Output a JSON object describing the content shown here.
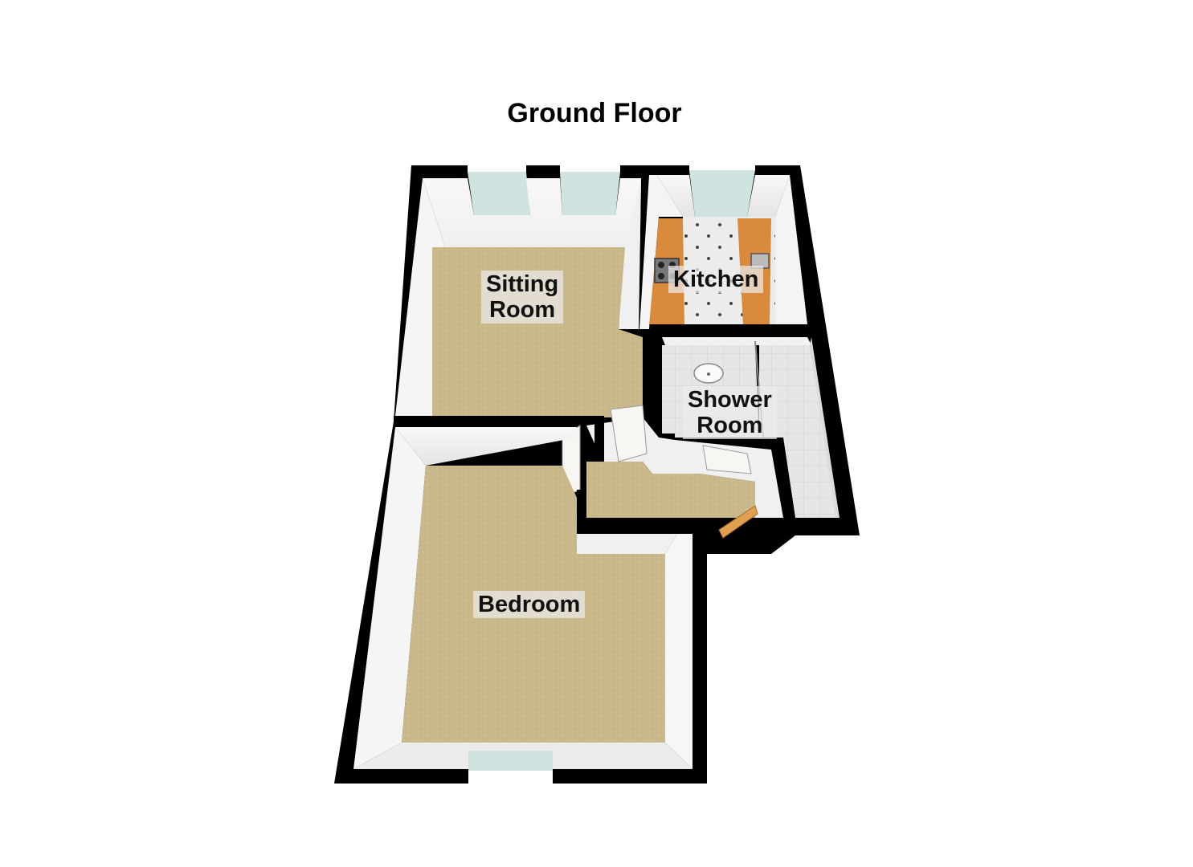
{
  "title": "Ground Floor",
  "rooms": {
    "sitting_room": {
      "line1": "Sitting",
      "line2": "Room"
    },
    "kitchen": {
      "label": "Kitchen"
    },
    "shower_room": {
      "line1": "Shower",
      "line2": "Room"
    },
    "bedroom": {
      "label": "Bedroom"
    }
  },
  "colors": {
    "wall": "#000000",
    "carpet": "#c9b88a",
    "inner_wall": "#f2f2f2",
    "worktop": "#d98a3a",
    "window": "#cfe4e0",
    "tile": "#e9e9e9"
  }
}
